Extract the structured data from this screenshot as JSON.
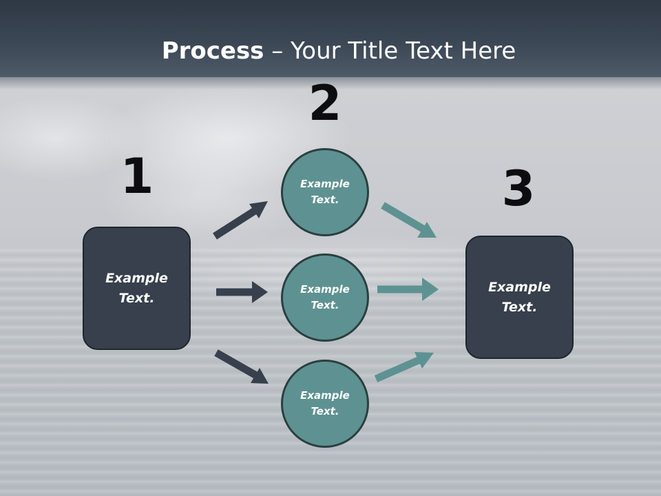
{
  "slide": {
    "title_bold": "Process",
    "title_rest": " – Your Title Text Here"
  },
  "steps": {
    "step1_number": "1",
    "step2_number": "2",
    "step3_number": "3"
  },
  "shapes": {
    "left_box_text": "Example\nText.",
    "right_box_text": "Example\nText.",
    "circle_top_text": "Example\nText.",
    "circle_middle_text": "Example\nText.",
    "circle_bottom_text": "Example\nText."
  },
  "colors": {
    "dark_box": "#37404c",
    "teal_circle": "#5e9292",
    "dark_arrow": "#37404c",
    "teal_arrow": "#5e9292"
  }
}
